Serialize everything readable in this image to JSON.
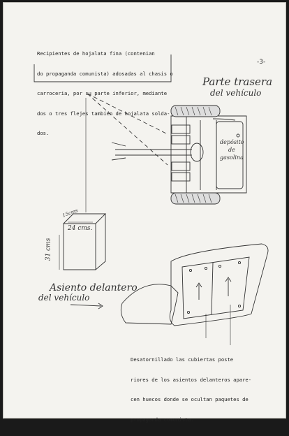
{
  "page_number": "-3-",
  "typed_note_top": [
    "Recipientes de hojalata fina (contenian",
    "do propaganda comunista) adosadas al chasis o",
    "carroceria, por su parte inferior, mediante",
    "dos o tres flejes también de hojalata solda-",
    "dos."
  ],
  "typed_note_bottom": [
    "Desatornillado las cubiertas poste",
    "riores de los asientos delanteros apare-",
    "cen huecos donde se ocultan paquetes de",
    "propaganda comunista."
  ],
  "handwritten": {
    "rear_title_1": "Parte trasera",
    "rear_title_2": "del vehículo",
    "tank_1": "depósito",
    "tank_2": "de",
    "tank_3": "gasolina",
    "dim_depth": "15cms",
    "dim_width": "24 cms.",
    "dim_height": "31 cms",
    "seat_1": "Asiento delantero",
    "seat_2": "del vehículo"
  }
}
